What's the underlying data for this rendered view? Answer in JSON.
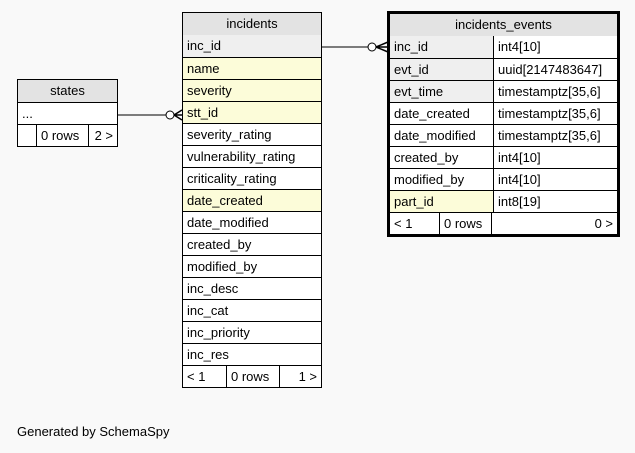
{
  "states": {
    "title": "states",
    "rows": [
      "..."
    ],
    "footer": [
      "",
      "0 rows",
      "2 >"
    ]
  },
  "incidents": {
    "title": "incidents",
    "columns": [
      {
        "name": "inc_id",
        "style": "pk"
      },
      {
        "name": "name",
        "style": "idx"
      },
      {
        "name": "severity",
        "style": "idx"
      },
      {
        "name": "stt_id",
        "style": "idx"
      },
      {
        "name": "severity_rating",
        "style": ""
      },
      {
        "name": "vulnerability_rating",
        "style": ""
      },
      {
        "name": "criticality_rating",
        "style": ""
      },
      {
        "name": "date_created",
        "style": "idx"
      },
      {
        "name": "date_modified",
        "style": ""
      },
      {
        "name": "created_by",
        "style": ""
      },
      {
        "name": "modified_by",
        "style": ""
      },
      {
        "name": "inc_desc",
        "style": ""
      },
      {
        "name": "inc_cat",
        "style": ""
      },
      {
        "name": "inc_priority",
        "style": ""
      },
      {
        "name": "inc_res",
        "style": ""
      }
    ],
    "footer": [
      "< 1",
      "0 rows",
      "1 >"
    ]
  },
  "incidents_events": {
    "title": "incidents_events",
    "columns": [
      {
        "name": "inc_id",
        "type": "int4[10]",
        "style": "pk"
      },
      {
        "name": "evt_id",
        "type": "uuid[2147483647]",
        "style": "pk"
      },
      {
        "name": "evt_time",
        "type": "timestamptz[35,6]",
        "style": "pk"
      },
      {
        "name": "date_created",
        "type": "timestamptz[35,6]",
        "style": ""
      },
      {
        "name": "date_modified",
        "type": "timestamptz[35,6]",
        "style": ""
      },
      {
        "name": "created_by",
        "type": "int4[10]",
        "style": ""
      },
      {
        "name": "modified_by",
        "type": "int4[10]",
        "style": ""
      },
      {
        "name": "part_id",
        "type": "int8[19]",
        "style": "idx"
      }
    ],
    "footer": [
      "< 1",
      "0 rows",
      "0 >"
    ]
  },
  "caption": "Generated by SchemaSpy"
}
